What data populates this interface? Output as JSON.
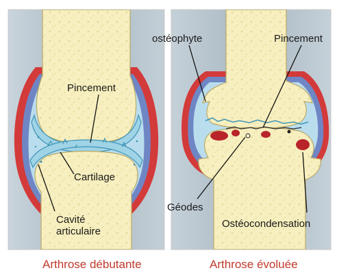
{
  "labels": {
    "pincement_left": "Pincement",
    "cartilage": "Cartilage",
    "cavite_line1": "Cavité",
    "cavite_line2": "articulaire",
    "osteophyte": "ostéophyte",
    "pincement_right": "Pincement",
    "geodes": "Géodes",
    "osteocondensation": "Ostéocondensation"
  },
  "captions": {
    "left": "Arthrose débutante",
    "right": "Arthrose évoluée"
  },
  "colors": {
    "bone": "#f7efbf",
    "bone_texture": "#e5d99a",
    "capsule_red": "#d33a3a",
    "synovial_blue": "#6f86c5",
    "cartilage_light": "#a9d8e8",
    "cartilage_edge": "#3f94b6",
    "osteocondensation": "#b8242a",
    "panel_bg": "#b9c6cf",
    "caption": "#c0392b"
  }
}
